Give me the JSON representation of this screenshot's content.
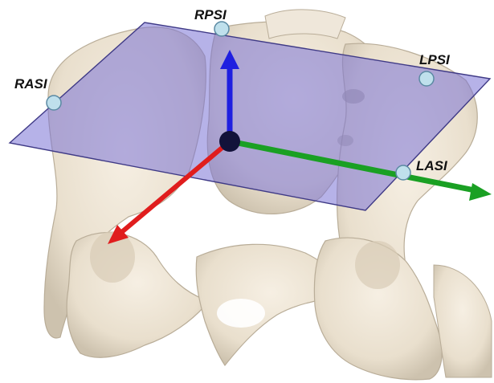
{
  "landmarks": {
    "rasi": "RASI",
    "rpsi": "RPSI",
    "lpsi": "LPSI",
    "lasi": "LASI"
  },
  "colors": {
    "plane_fill": "#7a72d6",
    "plane_stroke": "#3f3a86",
    "marker_fill": "#bfe0ec",
    "marker_stroke": "#5b8aa3",
    "origin": "#12123a",
    "axis_x": "#e01d1d",
    "axis_y": "#1aa023",
    "axis_z": "#1f1fe0",
    "bone": "#ece3d3",
    "bone_shadow": "#c9bfae"
  }
}
